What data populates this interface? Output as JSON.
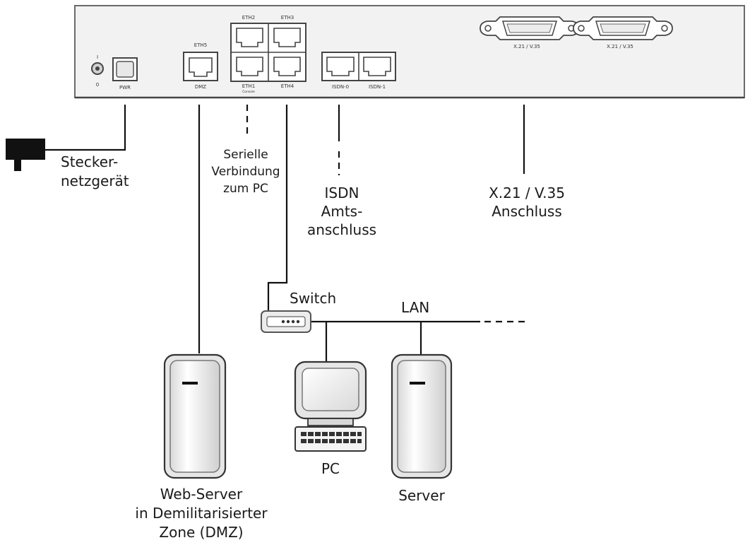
{
  "router": {
    "switch_marks": {
      "top": "I",
      "bottom": "0"
    },
    "ports": {
      "pwr": "PWR",
      "eth5": "ETH5",
      "dmz": "DMZ",
      "eth2": "ETH2",
      "eth3": "ETH3",
      "eth1": "ETH1",
      "eth1_sub": "Console",
      "eth4": "ETH4",
      "isdn0": "ISDN-0",
      "isdn1": "ISDN-1",
      "x21a": "X.21 / V.35",
      "x21b": "X.21 / V.35"
    }
  },
  "labels": {
    "power_supply": [
      "Stecker-",
      "netzgerät"
    ],
    "serial": [
      "Serielle",
      "Verbindung",
      "zum PC"
    ],
    "isdn": [
      "ISDN",
      "Amts-",
      "anschluss"
    ],
    "x21": [
      "X.21 / V.35",
      "Anschluss"
    ],
    "switch": "Switch",
    "lan": "LAN",
    "pc": "PC",
    "server": "Server",
    "web_server": [
      "Web-Server",
      "in Demilitarisierter",
      "Zone (DMZ)"
    ]
  },
  "colors": {
    "device_fill": "#f2f2f2",
    "device_stroke": "#6a6a6a",
    "line": "#111111"
  }
}
